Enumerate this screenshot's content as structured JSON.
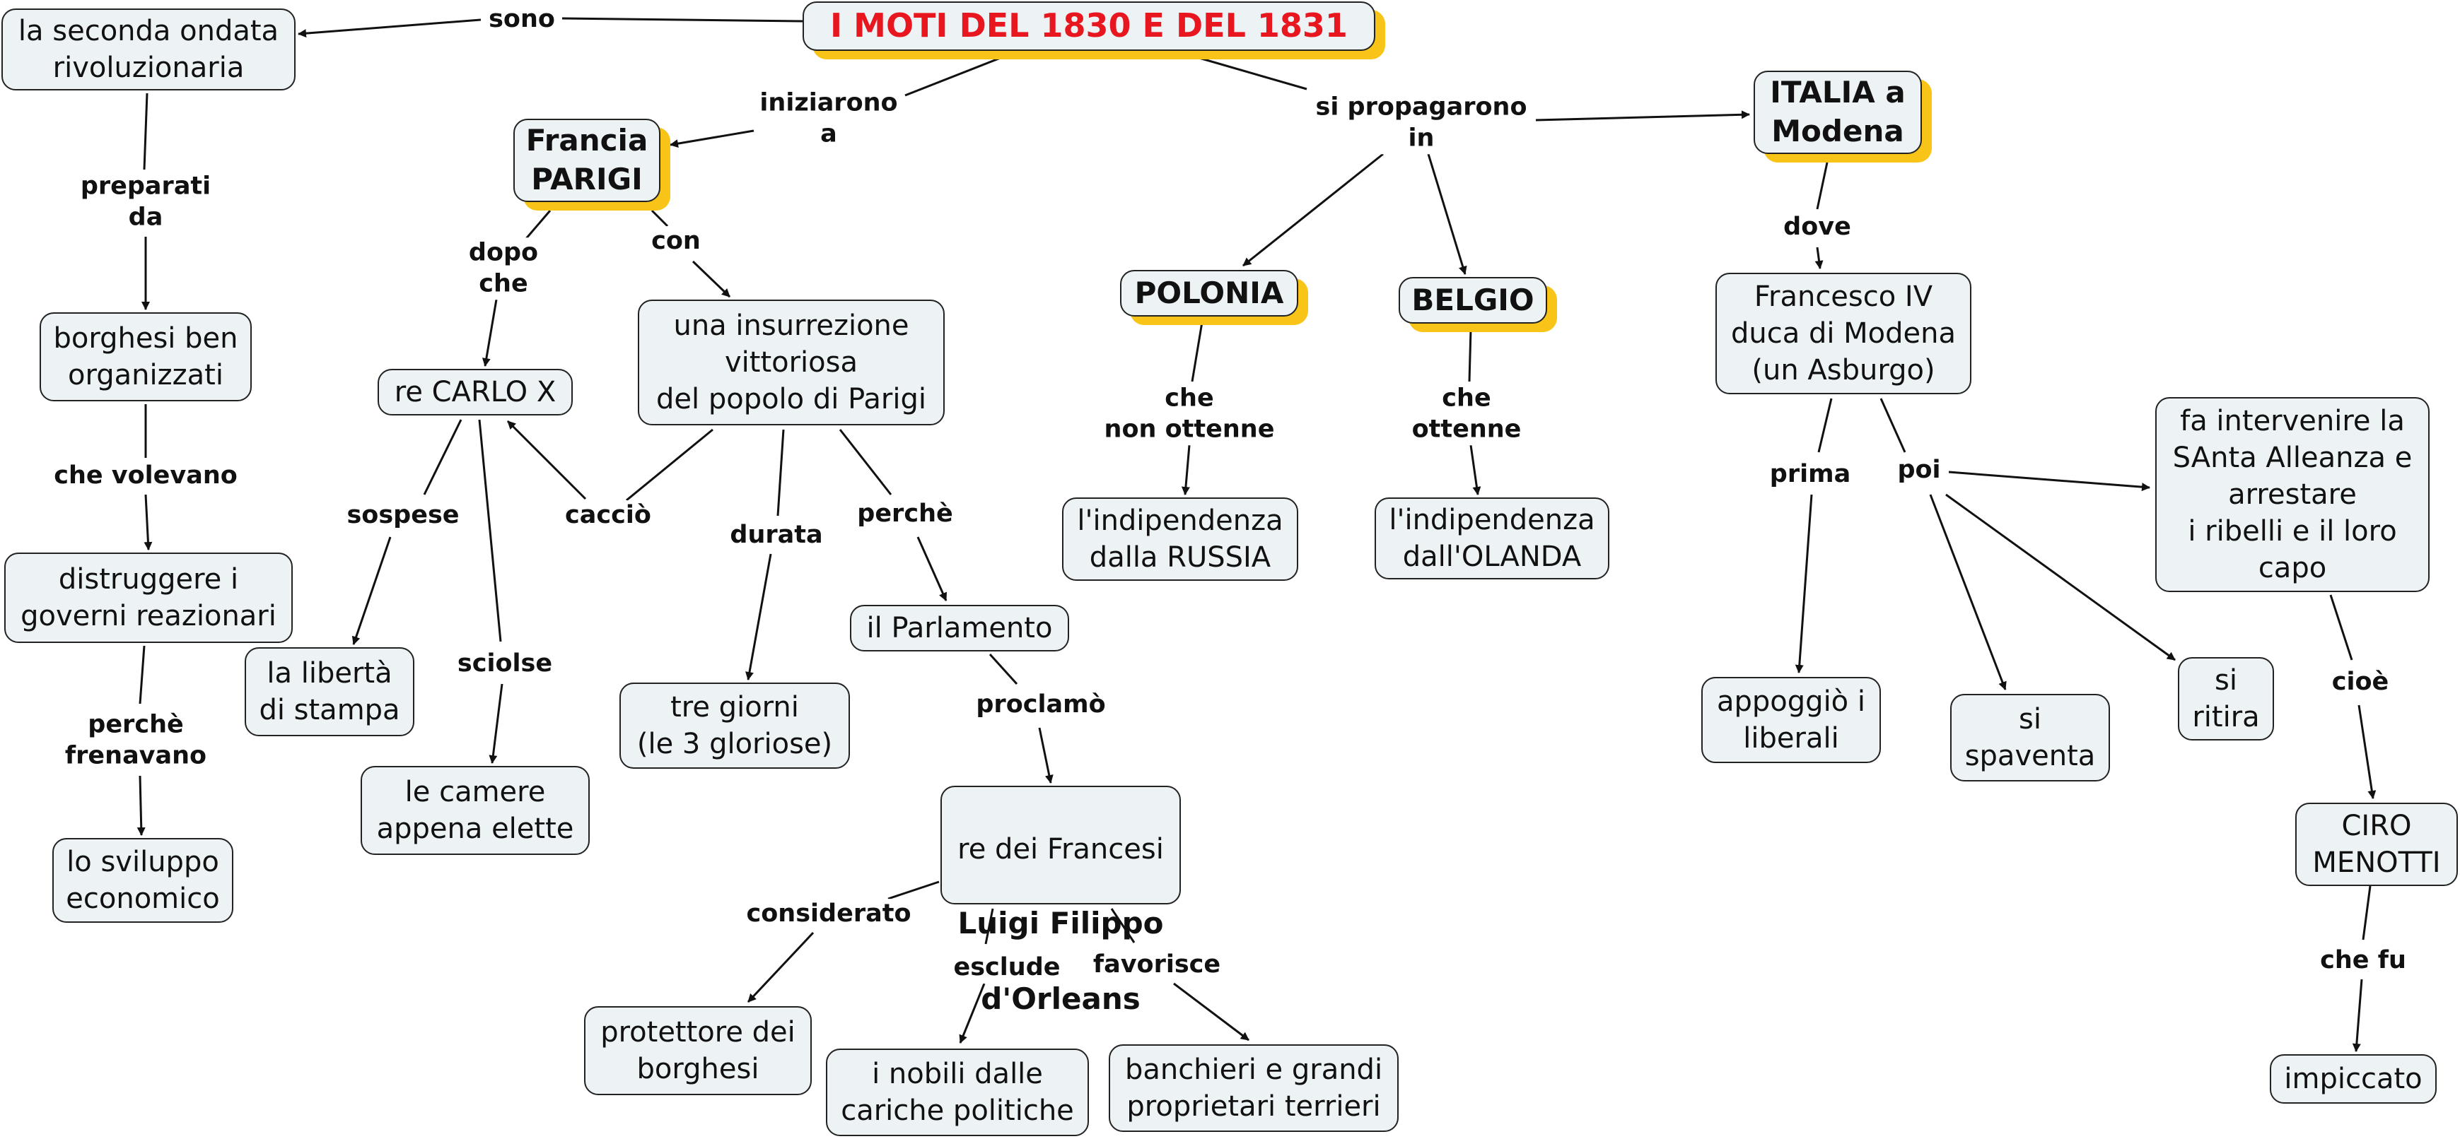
{
  "title": "I MOTI DEL 1830 E DEL 1831",
  "colors": {
    "title_text": "#e8161f",
    "node_fill": "#edf3f5",
    "highlight_shadow": "#f7c417",
    "line": "#111111"
  },
  "nodes": {
    "seconda_ondata": "la seconda ondata\nrivoluzionaria",
    "borghesi": "borghesi ben\norganizzati",
    "distruggere": "distruggere i\ngoverni reazionari",
    "sviluppo": "lo sviluppo\neconomico",
    "francia": "Francia\nPARIGI",
    "carlo": "re CARLO X",
    "liberta": "la libertà\ndi stampa",
    "camere": "le camere\nappena elette",
    "insurrezione": "una insurrezione\nvittoriosa\ndel popolo di Parigi",
    "tre_giorni": "tre giorni\n(le 3 gloriose)",
    "parlamento": "il Parlamento",
    "re_francesi_line1": "re dei Francesi",
    "re_francesi_line2": "Luigi Filippo",
    "re_francesi_line3": "d'Orleans",
    "protettore": "protettore dei\nborghesi",
    "nobili": "i nobili dalle\ncariche politiche",
    "banchieri": "banchieri e grandi\nproprietari terrieri",
    "polonia": "POLONIA",
    "belgio": "BELGIO",
    "russia": "l'indipendenza\ndalla RUSSIA",
    "olanda": "l'indipendenza\ndall'OLANDA",
    "italia": "ITALIA a\nModena",
    "francesco": "Francesco IV\nduca di Modena\n(un Asburgo)",
    "santa_alleanza": "fa intervenire la\nSAnta Alleanza e\narrestare\ni ribelli e il loro\ncapo",
    "appoggio": "appoggiò i\nliberali",
    "spaventa": "si\nspaventa",
    "ritira": "si\nritira",
    "ciro": "CIRO\nMENOTTI",
    "impiccato": "impiccato"
  },
  "links": {
    "sono": "sono",
    "preparati": "preparati\nda",
    "che_volevano": "che volevano",
    "perche_frenavano": "perchè\nfrenavano",
    "iniziarono": "iniziarono\na",
    "dopo_che": "dopo\nche",
    "con": "con",
    "sospese": "sospese",
    "sciolse": "sciolse",
    "caccio": "cacciò",
    "durata": "durata",
    "perche": "perchè",
    "proclamo": "proclamò",
    "considerato": "considerato",
    "esclude": "esclude",
    "favorisce": "favorisce",
    "si_propagarono": "si propagarono\nin",
    "che_non_ottenne": "che\nnon ottenne",
    "che_ottenne": "che\nottenne",
    "dove": "dove",
    "prima": "prima",
    "poi": "poi",
    "cioe": "cioè",
    "che_fu": "che fu"
  }
}
